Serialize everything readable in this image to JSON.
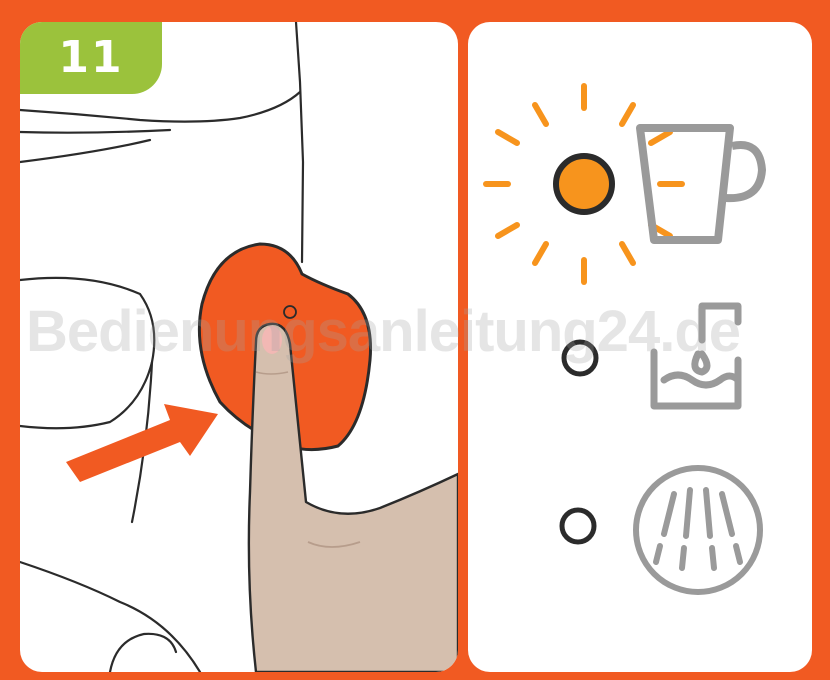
{
  "step": {
    "number": "11"
  },
  "watermark": {
    "text": "Bedienungsanleitung24.de"
  },
  "indicators": [
    {
      "name": "cup",
      "state": "blinking",
      "icon": "cup-icon"
    },
    {
      "name": "water",
      "state": "off",
      "icon": "water-tank-icon"
    },
    {
      "name": "steam",
      "state": "off",
      "icon": "steam-icon"
    }
  ],
  "colors": {
    "accent": "#f15a22",
    "badge": "#9bc23c",
    "blink": "#f7941d",
    "outline": "#2b2b2b",
    "icon_gray": "#9a9a9a",
    "skin": "#d5bfae"
  }
}
